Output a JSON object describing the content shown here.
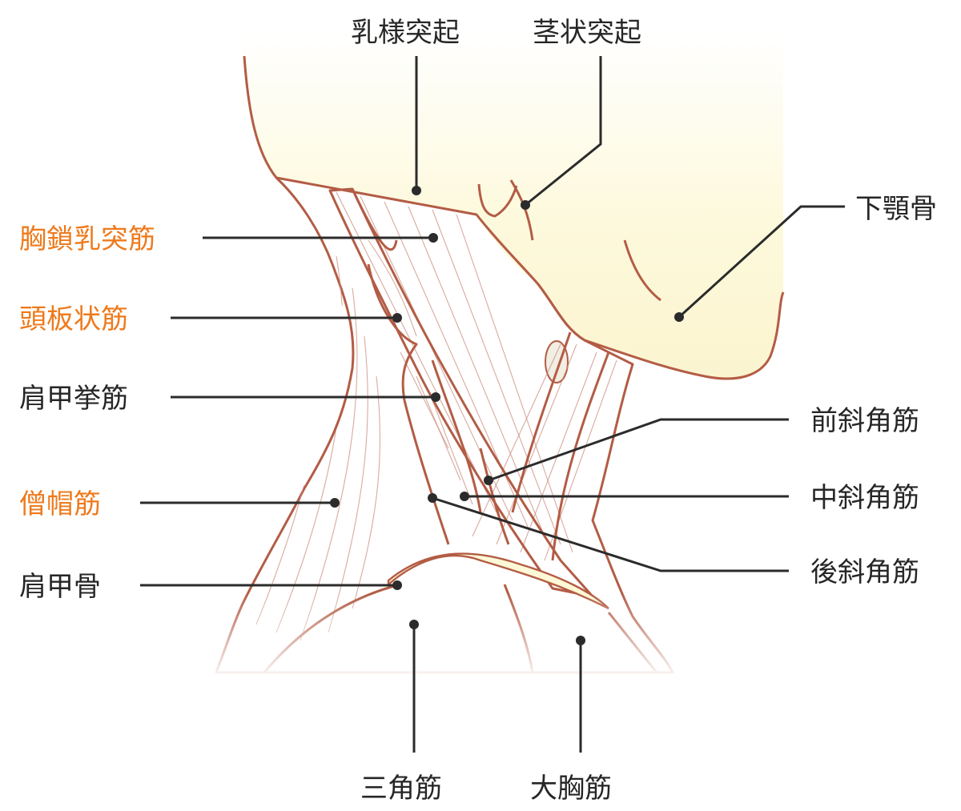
{
  "labels": {
    "mastoid_process": "乳様突起",
    "styloid_process": "茎状突起",
    "mandible": "下顎骨",
    "sternocleidomastoid": "胸鎖乳突筋",
    "splenius_capitis": "頭板状筋",
    "levator_scapulae": "肩甲挙筋",
    "trapezius": "僧帽筋",
    "scapula": "肩甲骨",
    "anterior_scalene": "前斜角筋",
    "middle_scalene": "中斜角筋",
    "posterior_scalene": "後斜角筋",
    "deltoid": "三角筋",
    "pectoralis_major": "大胸筋"
  },
  "colors": {
    "highlight_label": "#ee7a1c",
    "label": "#262626",
    "muscle": "#f2b9a7",
    "muscle_outline": "#b35c45",
    "bone": "#fdf8d6"
  }
}
